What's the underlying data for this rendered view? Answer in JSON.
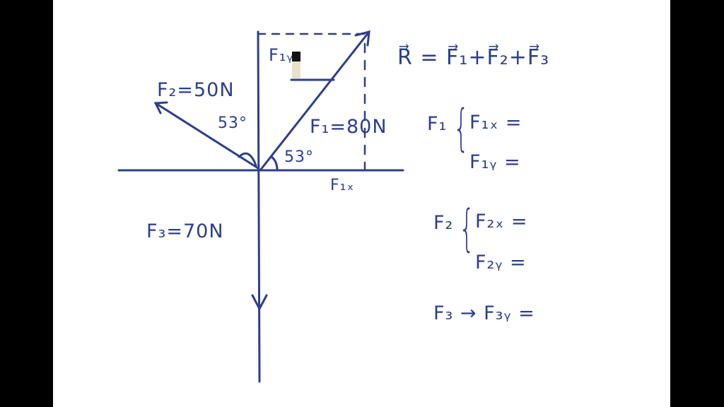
{
  "diagram": {
    "labels": {
      "f2": "F₂=50N",
      "f1": "F₁=80N",
      "f3": "F₃=70N",
      "angle_f2": "53°",
      "angle_f1": "53°",
      "f1x": "F₁ₓ",
      "f1y": "F₁ᵧ"
    },
    "equations": {
      "resultant": "R⃗ = F⃗₁+F⃗₂+F⃗₃",
      "f1": "F₁",
      "f1x": "F₁ₓ =",
      "f1y": "F₁ᵧ =",
      "f2": "F₂",
      "f2x": "F₂ₓ =",
      "f2y": "F₂ᵧ =",
      "f3": "F₃ → F₃ᵧ ="
    },
    "ink_color": "#2c3f8c"
  }
}
